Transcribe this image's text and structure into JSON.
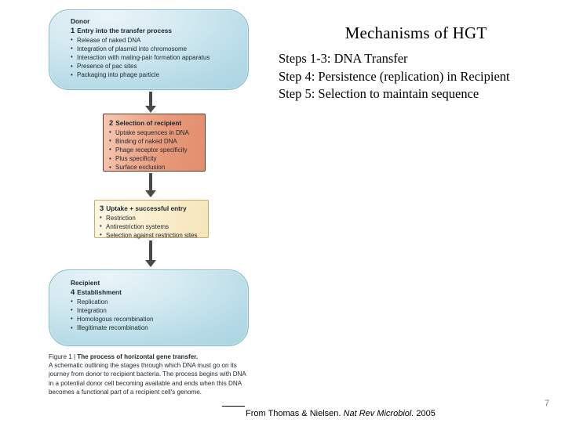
{
  "slide": {
    "title": "Mechanisms of HGT",
    "body_lines": [
      "Steps 1-3:  DNA Transfer",
      "Step 4:  Persistence (replication) in Recipient",
      "Step 5:  Selection to maintain sequence"
    ]
  },
  "figure": {
    "box1": {
      "header": "Donor",
      "step_number": "1",
      "step_title": "Entry into the transfer process",
      "items": [
        "Release of naked DNA",
        "Integration of plasmid into chromosome",
        "Interaction with mating-pair formation apparatus",
        "Presence of pac sites",
        "Packaging into phage particle"
      ]
    },
    "box2": {
      "step_number": "2",
      "step_title": "Selection of recipient",
      "items": [
        "Uptake sequences in DNA",
        "Binding of naked DNA",
        "Phage receptor specificity",
        "Plus specificity",
        "Surface exclusion"
      ]
    },
    "box3": {
      "step_number": "3",
      "step_title": "Uptake + successful entry",
      "items": [
        "Restriction",
        "Antirestriction systems",
        "Selection against restriction sites"
      ]
    },
    "box4": {
      "header": "Recipient",
      "step_number": "4",
      "step_title": "Establishment",
      "items": [
        "Replication",
        "Integration",
        "Homologous recombination",
        "Illegitimate recombination"
      ]
    },
    "caption": {
      "lead": "Figure 1 | ",
      "bold": "The process of horizontal gene transfer.",
      "body": "A schematic outlining the stages through which DNA must go on its journey from donor to recipient bacteria. The process begins with DNA in a potential donor cell becoming available and ends when this DNA becomes a functional part of a recipient cell's genome."
    }
  },
  "footer": {
    "source_prefix": "From Thomas & Nielsen.  ",
    "source_journal": "Nat Rev Microbiol.",
    "source_year": " 2005",
    "page_number": "7"
  },
  "colors": {
    "capsule_blue": "#b8dce8",
    "box2_salmon": "#e79878",
    "box3_cream": "#f8e9c4",
    "arrow_gray": "#4a4a4a",
    "page_number_gray": "#808080"
  }
}
